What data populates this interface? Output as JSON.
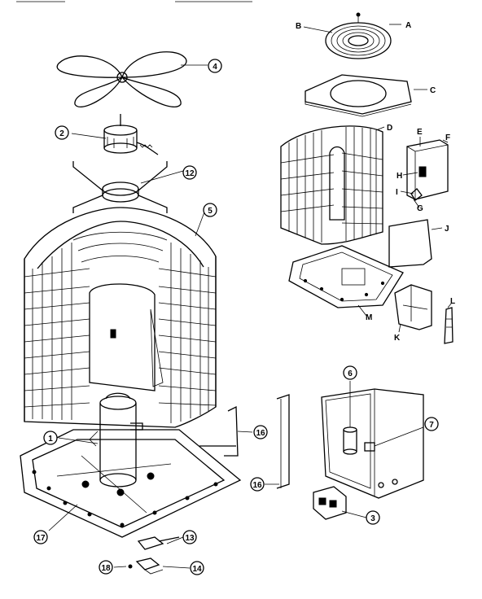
{
  "header": {
    "left_text": "",
    "right_text": ""
  },
  "parts_numbered": [
    {
      "id": "p1",
      "label": "1"
    },
    {
      "id": "p2",
      "label": "2"
    },
    {
      "id": "p3",
      "label": "3"
    },
    {
      "id": "p4",
      "label": "4"
    },
    {
      "id": "p5",
      "label": "5"
    },
    {
      "id": "p6",
      "label": "6"
    },
    {
      "id": "p7",
      "label": "7"
    },
    {
      "id": "p12",
      "label": "12"
    },
    {
      "id": "p13",
      "label": "13"
    },
    {
      "id": "p14",
      "label": "14"
    },
    {
      "id": "p16a",
      "label": "16"
    },
    {
      "id": "p16b",
      "label": "16"
    },
    {
      "id": "p17",
      "label": "17"
    },
    {
      "id": "p18",
      "label": "18"
    }
  ],
  "parts_lettered": [
    {
      "id": "A",
      "label": "A"
    },
    {
      "id": "B",
      "label": "B"
    },
    {
      "id": "C",
      "label": "C"
    },
    {
      "id": "D",
      "label": "D"
    },
    {
      "id": "E",
      "label": "E"
    },
    {
      "id": "F",
      "label": "F"
    },
    {
      "id": "G",
      "label": "G"
    },
    {
      "id": "H",
      "label": "H"
    },
    {
      "id": "I",
      "label": "I"
    },
    {
      "id": "J",
      "label": "J"
    },
    {
      "id": "K",
      "label": "K"
    },
    {
      "id": "L",
      "label": "L"
    },
    {
      "id": "M",
      "label": "M"
    }
  ]
}
